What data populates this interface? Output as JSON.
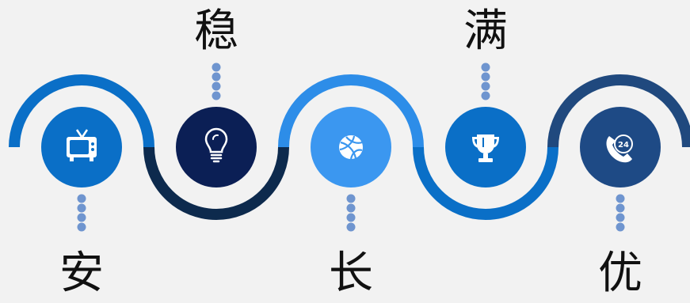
{
  "colors": {
    "background": "#f2f2f2",
    "dot": "#6f95cf",
    "text": "#111111"
  },
  "stages": [
    {
      "label": "安",
      "icon": "tv-icon",
      "arc_color": "#0a6fc7",
      "circle_color": "#0a6fc7"
    },
    {
      "label": "稳",
      "icon": "lightbulb-icon",
      "arc_color": "#0d2a4d",
      "circle_color": "#0b1f55"
    },
    {
      "label": "长",
      "icon": "basketball-icon",
      "arc_color": "#2d8de8",
      "circle_color": "#3b97f0"
    },
    {
      "label": "满",
      "icon": "trophy-icon",
      "arc_color": "#0a6fc7",
      "circle_color": "#0a6fc7"
    },
    {
      "label": "优",
      "icon": "support-24h-icon",
      "arc_color": "#20497e",
      "circle_color": "#1e4a85"
    }
  ]
}
